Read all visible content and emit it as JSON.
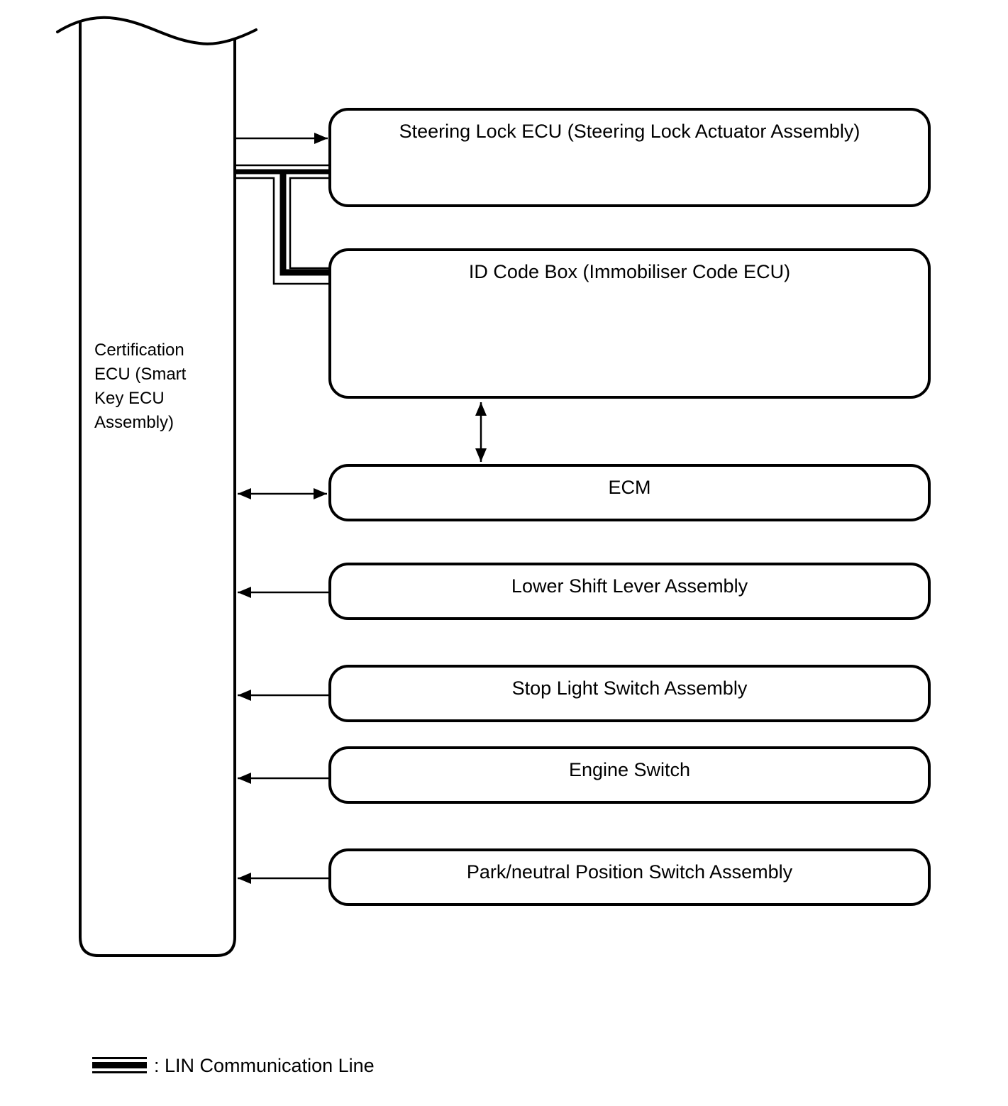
{
  "colors": {
    "ink": "#000000",
    "background": "#ffffff"
  },
  "certification_ecu": {
    "label": "Certification ECU (Smart Key ECU Assembly)",
    "lines": [
      "Certification",
      "ECU (Smart",
      "Key ECU",
      "Assembly)"
    ]
  },
  "boxes": [
    {
      "label": "Steering Lock ECU (Steering Lock Actuator Assembly)"
    },
    {
      "label": "ID Code Box (Immobiliser Code ECU)"
    },
    {
      "label": "ECM"
    },
    {
      "label": "Lower Shift Lever Assembly"
    },
    {
      "label": "Stop Light Switch Assembly"
    },
    {
      "label": "Engine Switch"
    },
    {
      "label": "Park/neutral Position Switch Assembly"
    }
  ],
  "connections": [
    {
      "from": "Certification ECU (Smart Key ECU Assembly)",
      "to": "Steering Lock ECU (Steering Lock Actuator Assembly)",
      "type": "arrow",
      "direction": "to"
    },
    {
      "from": "Certification ECU (Smart Key ECU Assembly)",
      "to": "Steering Lock ECU (Steering Lock Actuator Assembly)",
      "type": "lin-communication-line"
    },
    {
      "from": "Certification ECU (Smart Key ECU Assembly)",
      "to": "ID Code Box (Immobiliser Code ECU)",
      "type": "lin-communication-line"
    },
    {
      "from": "ID Code Box (Immobiliser Code ECU)",
      "to": "ECM",
      "type": "arrow",
      "direction": "both"
    },
    {
      "from": "Certification ECU (Smart Key ECU Assembly)",
      "to": "ECM",
      "type": "arrow",
      "direction": "both"
    },
    {
      "from": "Lower Shift Lever Assembly",
      "to": "Certification ECU (Smart Key ECU Assembly)",
      "type": "arrow",
      "direction": "to"
    },
    {
      "from": "Stop Light Switch Assembly",
      "to": "Certification ECU (Smart Key ECU Assembly)",
      "type": "arrow",
      "direction": "to"
    },
    {
      "from": "Engine Switch",
      "to": "Certification ECU (Smart Key ECU Assembly)",
      "type": "arrow",
      "direction": "to"
    },
    {
      "from": "Park/neutral Position Switch Assembly",
      "to": "Certification ECU (Smart Key ECU Assembly)",
      "type": "arrow",
      "direction": "to"
    }
  ],
  "legend": {
    "symbol": "lin-communication-line",
    "label": ": LIN Communication Line"
  }
}
